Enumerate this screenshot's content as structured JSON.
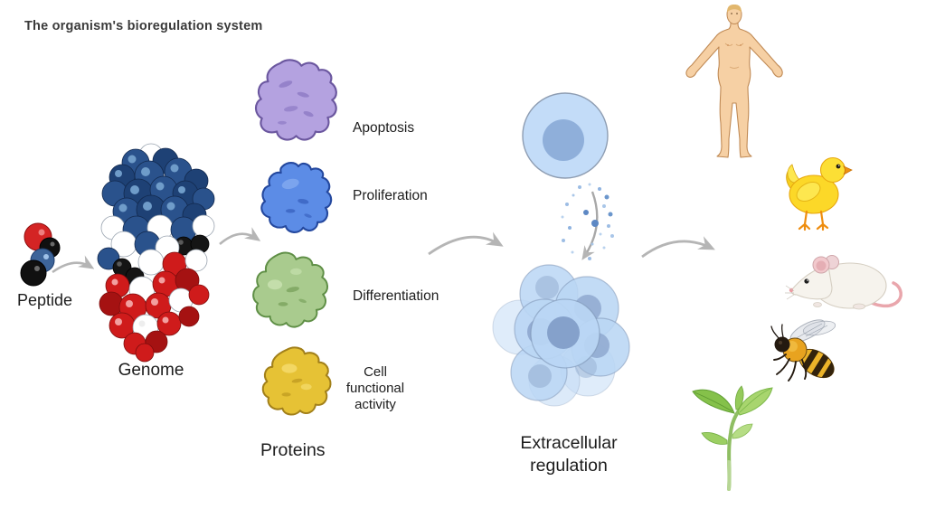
{
  "title": "The organism's bioregulation system",
  "stages": {
    "peptide": {
      "label": "Peptide"
    },
    "genome": {
      "label": "Genome"
    },
    "proteins": {
      "section_label": "Proteins",
      "items": [
        {
          "id": "apoptosis",
          "label": "Apoptosis",
          "color": "#b4a2e0"
        },
        {
          "id": "proliferation",
          "label": "Proliferation",
          "color": "#5c8ce6"
        },
        {
          "id": "differentiation",
          "label": "Differentiation",
          "color": "#a9cb8e"
        },
        {
          "id": "cell-functional-activity",
          "label_lines": [
            "Cell",
            "functional",
            "activity"
          ],
          "color": "#e6c235"
        }
      ]
    },
    "extracellular": {
      "label_lines": [
        "Extracellular",
        "regulation"
      ]
    }
  },
  "organisms": [
    "human",
    "chick",
    "mouse",
    "bee",
    "plant"
  ],
  "icons": {
    "peptide": "peptide-molecule-icon",
    "genome": "genome-molecule-icon",
    "single_cell": "cell-icon",
    "cell_cluster": "cell-cluster-icon"
  },
  "colors": {
    "arrow": "#b5b5b5",
    "cell_membrane": "#c3dcf8",
    "cell_nucleus": "#8fafda",
    "genome_blue": "#2a528c",
    "genome_red": "#cf1b1b",
    "title_text": "#3b3b3b",
    "label_text": "#1d1d1d"
  }
}
